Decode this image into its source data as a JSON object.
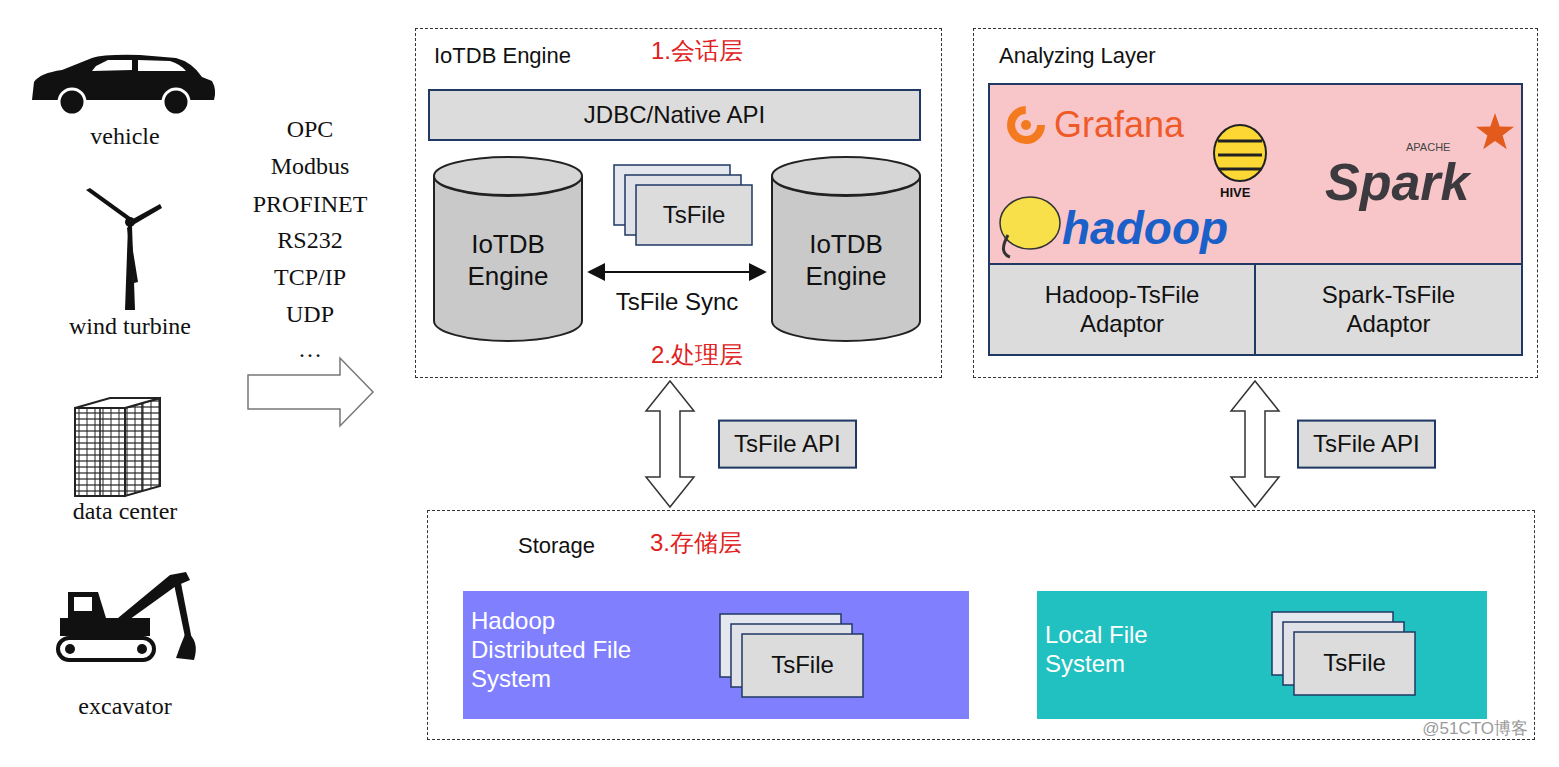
{
  "diagram": {
    "nodes": [
      {
        "text": [
          "IoTDB Engine",
          "1.会话层",
          "2.处理层"
        ]
      },
      {
        "text": [
          "JDBC/Native API"
        ],
        "in": 0
      },
      {
        "text": [
          "IoTDB Engine"
        ],
        "in": 0
      },
      {
        "text": [
          "TsFile"
        ],
        "in": 0
      },
      {
        "text": [
          "IoTDB Engine"
        ],
        "in": 0
      },
      {
        "text": [
          "Analyzing Layer"
        ]
      },
      {
        "text": [
          "Grafana",
          "HIVE",
          "APACHE",
          "Spark",
          "hadoop"
        ],
        "in": 5
      },
      {
        "text": [
          "Hadoop-TsFile Adaptor"
        ],
        "in": 5
      },
      {
        "text": [
          "Spark-TsFile Adaptor"
        ],
        "in": 5
      },
      {
        "text": [
          "Storage",
          "3.存储层"
        ]
      },
      {
        "text": [
          "Hadoop Distributed File System"
        ],
        "in": 9
      },
      {
        "text": [
          "TsFile"
        ],
        "in": 10
      },
      {
        "text": [
          "Local File System"
        ],
        "in": 9
      },
      {
        "text": [
          "TsFile"
        ],
        "in": 12
      }
    ],
    "edges": [
      {
        "from": 2,
        "to": 4,
        "arrow": "both",
        "label": "TsFile Sync"
      },
      {
        "from": 0,
        "to": 9,
        "arrow": "both",
        "label": "TsFile API"
      },
      {
        "from": 5,
        "to": 9,
        "arrow": "both",
        "label": "TsFile API"
      }
    ],
    "labels": [
      "vehicle",
      "wind turbine",
      "data center",
      "excavator",
      "OPC",
      "Modbus",
      "PROFINET",
      "RS232",
      "TCP/IP",
      "UDP",
      "…",
      "@51CTO博客"
    ]
  }
}
